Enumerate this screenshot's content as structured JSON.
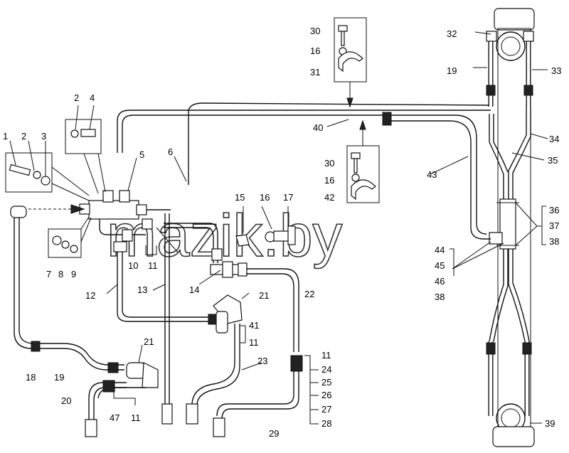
{
  "watermark": "mazik.by",
  "corner_mark": "",
  "callouts": {
    "c1": "1",
    "c2a": "2",
    "c3": "3",
    "c2b": "2",
    "c4": "4",
    "c5": "5",
    "c6": "6",
    "c7": "7",
    "c8": "8",
    "c9": "9",
    "c10": "10",
    "c11a": "11",
    "c12": "12",
    "c13": "13",
    "c14": "14",
    "c15": "15",
    "c16a": "16",
    "c17": "17",
    "c18": "18",
    "c19a": "19",
    "c20": "20",
    "c21a": "21",
    "c47": "47",
    "c11b": "11",
    "c21b": "21",
    "c41": "41",
    "c11c": "11",
    "c22": "22",
    "c23": "23",
    "c11d": "11",
    "c24": "24",
    "c25": "25",
    "c26": "26",
    "c27": "27",
    "c28": "28",
    "c29": "29",
    "c30a": "30",
    "c16b": "16",
    "c31": "31",
    "c30b": "30",
    "c16c": "16",
    "c42": "42",
    "c40": "40",
    "c43": "43",
    "c32": "32",
    "c19b": "19",
    "c33": "33",
    "c34": "34",
    "c35": "35",
    "c36": "36",
    "c37": "37",
    "c38a": "38",
    "c44": "44",
    "c45": "45",
    "c46": "46",
    "c38b": "38",
    "c39": "39"
  }
}
